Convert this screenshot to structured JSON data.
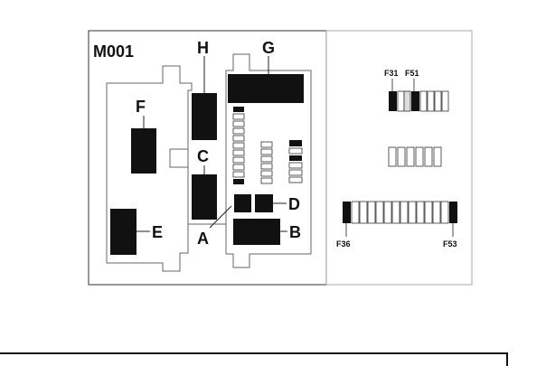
{
  "module_id": "M001",
  "components": {
    "A": "A",
    "B": "B",
    "C": "C",
    "D": "D",
    "E": "E",
    "F": "F",
    "G": "G",
    "H": "H"
  },
  "fuse_labels": {
    "top_left": "F31",
    "top_right": "F51",
    "bottom_left": "F36",
    "bottom_right": "F53"
  }
}
